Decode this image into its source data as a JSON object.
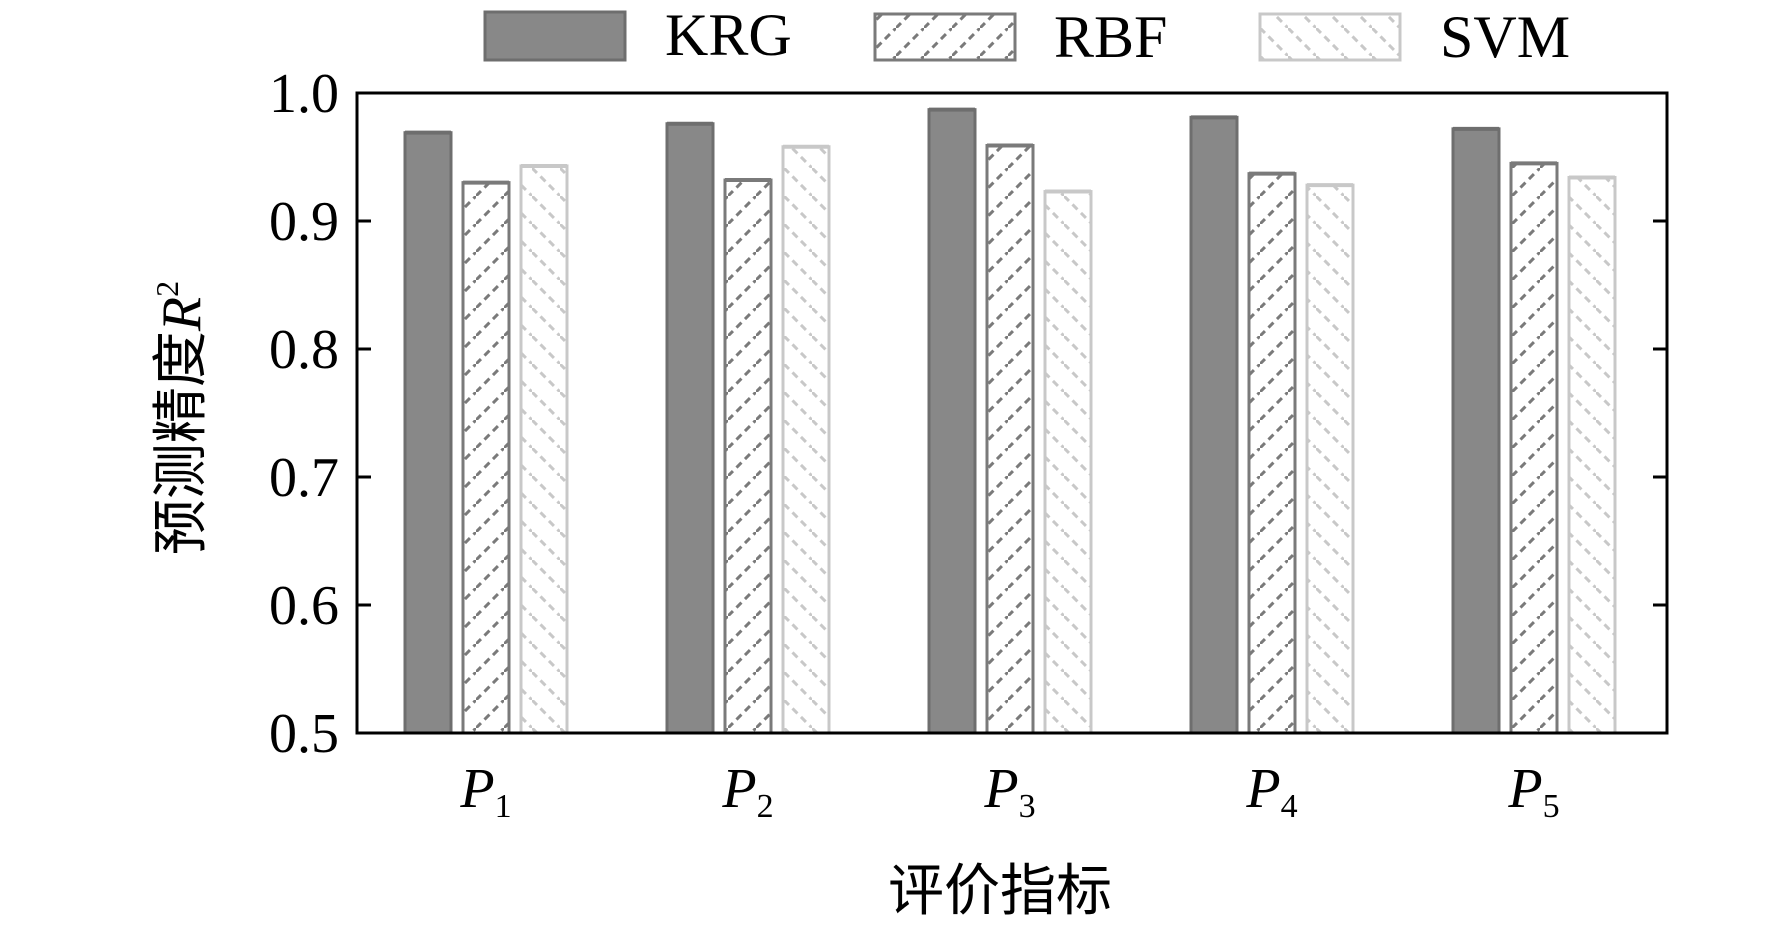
{
  "chart_data": {
    "type": "bar",
    "xlabel": "评价指标",
    "ylabel": "预测精度",
    "ylabel_symbol": "R",
    "ylabel_superscript": "2",
    "category_symbol": "P",
    "categories": [
      "1",
      "2",
      "3",
      "4",
      "5"
    ],
    "series": [
      {
        "name": "KRG",
        "values": [
          0.969,
          0.976,
          0.987,
          0.981,
          0.972
        ],
        "color": "#888888",
        "pattern": "solid"
      },
      {
        "name": "RBF",
        "values": [
          0.93,
          0.932,
          0.959,
          0.937,
          0.945
        ],
        "color": "#7a7a7a",
        "pattern": "forward-hatch"
      },
      {
        "name": "SVM",
        "values": [
          0.943,
          0.958,
          0.923,
          0.928,
          0.934
        ],
        "color": "#c8c8c8",
        "pattern": "back-hatch"
      }
    ],
    "ylim": [
      0.5,
      1.0
    ],
    "yticks": [
      "0.5",
      "0.6",
      "0.7",
      "0.8",
      "0.9",
      "1.0"
    ],
    "grid": false,
    "legend_position": "top"
  }
}
